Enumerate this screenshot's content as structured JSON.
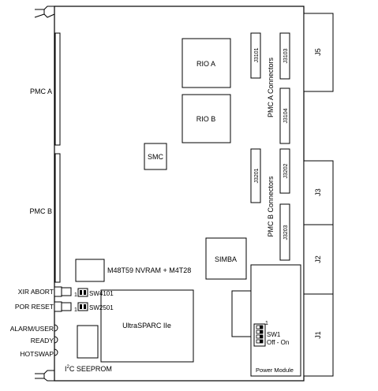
{
  "left_labels": {
    "pmc_a": "PMC A",
    "pmc_b": "PMC B",
    "xir_abort": "XIR ABORT",
    "por_reset": "POR RESET",
    "alarm_user": "ALARM/USER",
    "ready": "READY",
    "hotswap": "HOTSWAP"
  },
  "switches": {
    "sw4101": "SW4101",
    "sw2501": "SW2501",
    "sw_pin_1a": "1",
    "sw_pin_1b": "1"
  },
  "components": {
    "rio_a": "RIO A",
    "rio_b": "RIO B",
    "smc": "SMC",
    "simba": "SIMBA",
    "nvram": "M48T59 NVRAM + M4T28",
    "cpu": "UltraSPARC IIe",
    "seeprom_i": "I",
    "seeprom_sup": "2",
    "seeprom_rest": "C  SEEPROM"
  },
  "connectors": {
    "j3101": "J3101",
    "j3103": "J3103",
    "j3104": "J3104",
    "j3201": "J3201",
    "j3202": "J3202",
    "j3203": "J3203",
    "pmc_a_connectors": "PMC A Connectors",
    "pmc_b_connectors": "PMC B Connectors",
    "j5": "J5",
    "j3": "J3",
    "j2": "J2",
    "j1": "J1"
  },
  "power_module": {
    "label": "Power Module",
    "sw1": "SW1",
    "off_on": "Off - On",
    "pin_1": "1"
  }
}
